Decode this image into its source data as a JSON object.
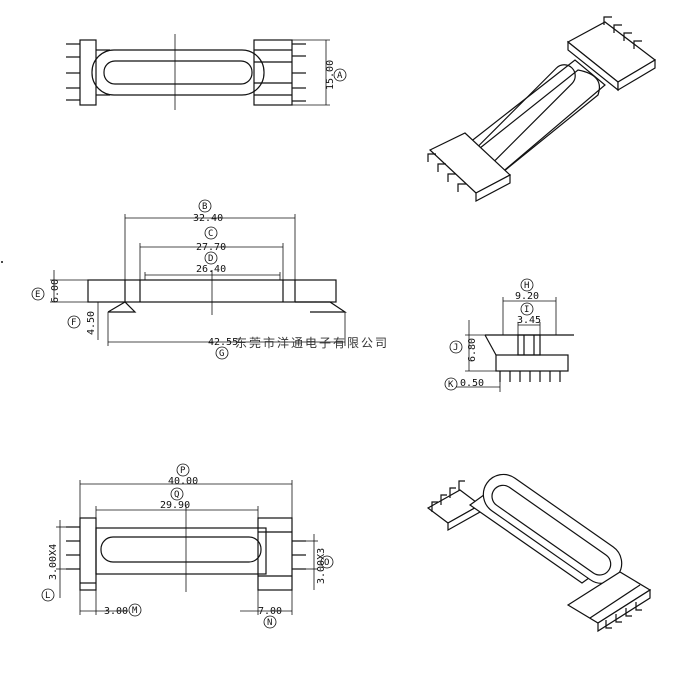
{
  "dimensions": [
    {
      "id": "A",
      "letter": "A",
      "value": "15.00"
    },
    {
      "id": "B",
      "letter": "B",
      "value": "32.40"
    },
    {
      "id": "C",
      "letter": "C",
      "value": "27.70"
    },
    {
      "id": "D",
      "letter": "D",
      "value": "26.40"
    },
    {
      "id": "E",
      "letter": "E",
      "value": "6.00"
    },
    {
      "id": "F",
      "letter": "F",
      "value": "4.50"
    },
    {
      "id": "G",
      "letter": "G",
      "value": "42.55"
    },
    {
      "id": "H",
      "letter": "H",
      "value": "9.20"
    },
    {
      "id": "I",
      "letter": "I",
      "value": "3.45"
    },
    {
      "id": "J",
      "letter": "J",
      "value": "6.80"
    },
    {
      "id": "K",
      "letter": "K",
      "value": "0.50"
    },
    {
      "id": "P",
      "letter": "P",
      "value": "40.00"
    },
    {
      "id": "Q",
      "letter": "Q",
      "value": "29.90"
    },
    {
      "id": "L",
      "letter": "L",
      "value": "3.00X4"
    },
    {
      "id": "O",
      "letter": "O",
      "value": "3.00X3"
    },
    {
      "id": "M",
      "letter": "M",
      "value": "3.00"
    },
    {
      "id": "N",
      "letter": "N",
      "value": "7.00"
    }
  ],
  "watermark": "东莞市洋通电子有限公司"
}
